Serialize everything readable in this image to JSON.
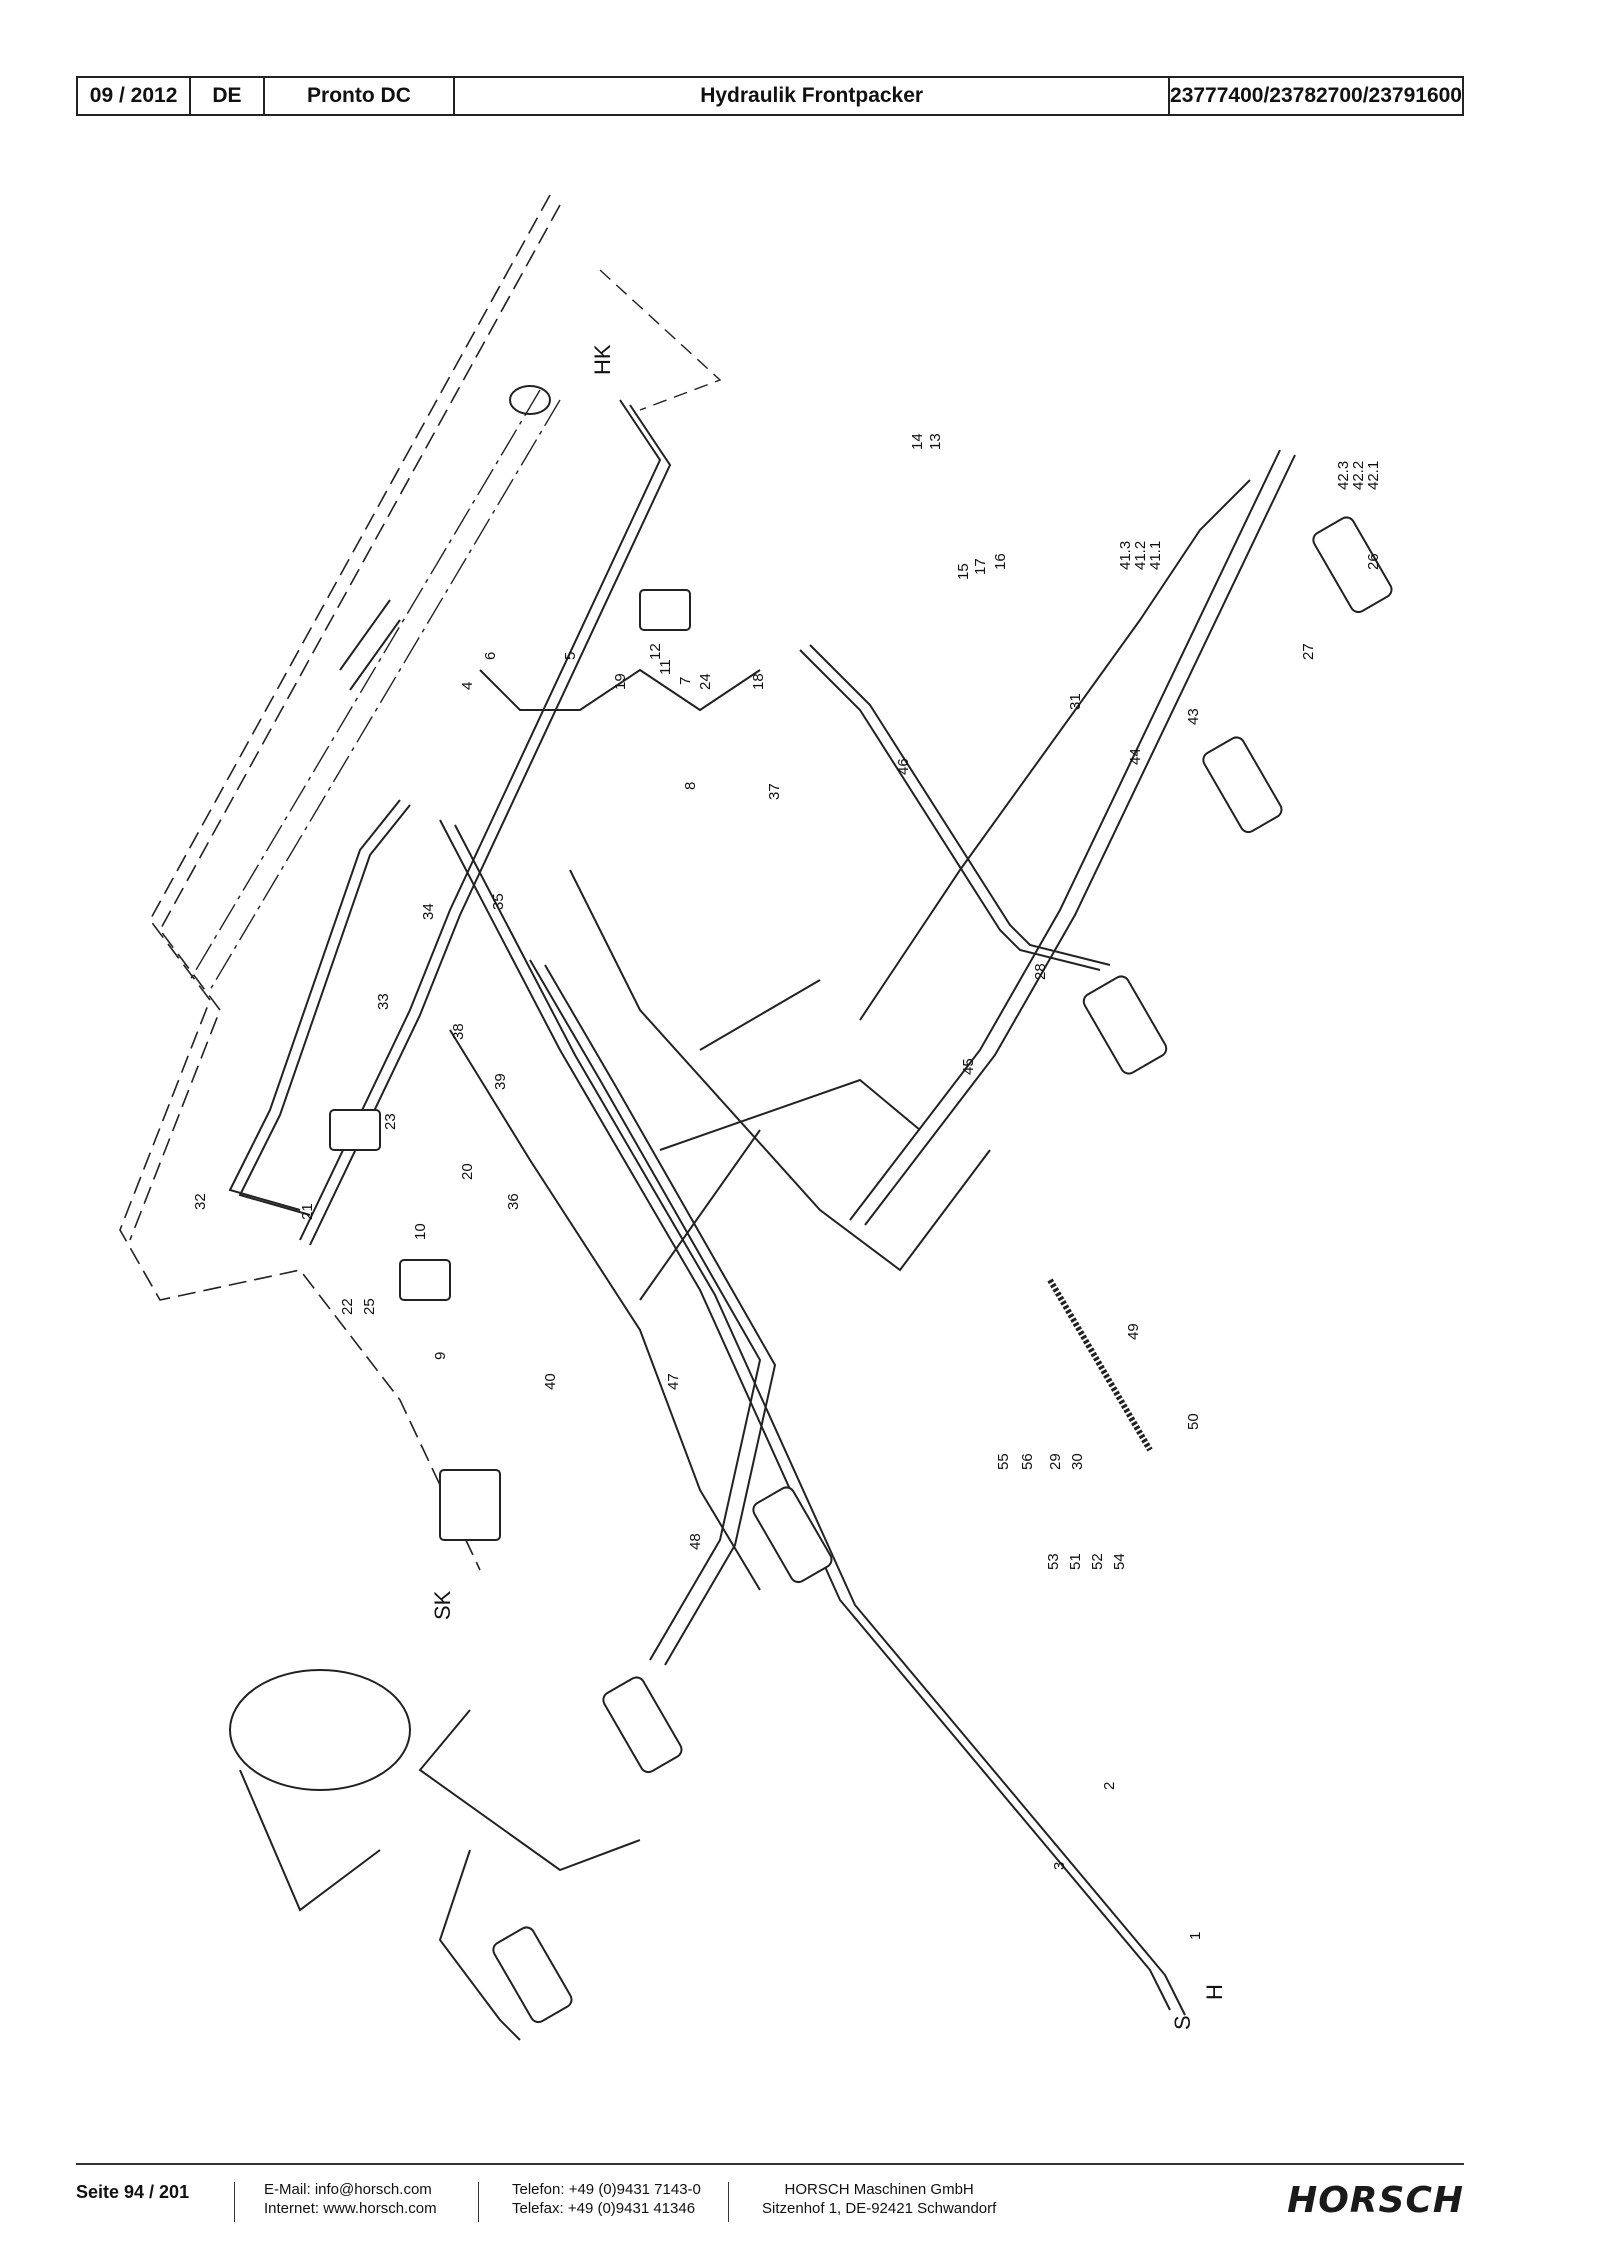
{
  "header": {
    "date": "09 / 2012",
    "lang": "DE",
    "model": "Pronto DC",
    "title": "Hydraulik Frontpacker",
    "part_numbers": "23777400/23782700/23791600"
  },
  "diagram": {
    "labels": [
      "HK",
      "SK",
      "S",
      "H",
      "1",
      "2",
      "3",
      "4",
      "5",
      "6",
      "7",
      "8",
      "9",
      "10",
      "11",
      "12",
      "13",
      "14",
      "15",
      "16",
      "17",
      "18",
      "19",
      "20",
      "21",
      "22",
      "23",
      "24",
      "25",
      "26",
      "27",
      "28",
      "29",
      "30",
      "31",
      "32",
      "33",
      "34",
      "35",
      "36",
      "37",
      "38",
      "39",
      "40",
      "41.1",
      "41.2",
      "41.3",
      "42.1",
      "42.2",
      "42.3",
      "43",
      "44",
      "45",
      "46",
      "47",
      "48",
      "49",
      "50",
      "51",
      "52",
      "53",
      "54",
      "55",
      "56"
    ]
  },
  "footer": {
    "page": "Seite 94 / 201",
    "email": "E-Mail: info@horsch.com",
    "internet": "Internet: www.horsch.com",
    "phone": "Telefon: +49 (0)9431 7143-0",
    "fax": "Telefax: +49 (0)9431 41346",
    "company": "HORSCH Maschinen GmbH",
    "address": "Sitzenhof 1, DE-92421 Schwandorf",
    "logo": "HORSCH"
  }
}
